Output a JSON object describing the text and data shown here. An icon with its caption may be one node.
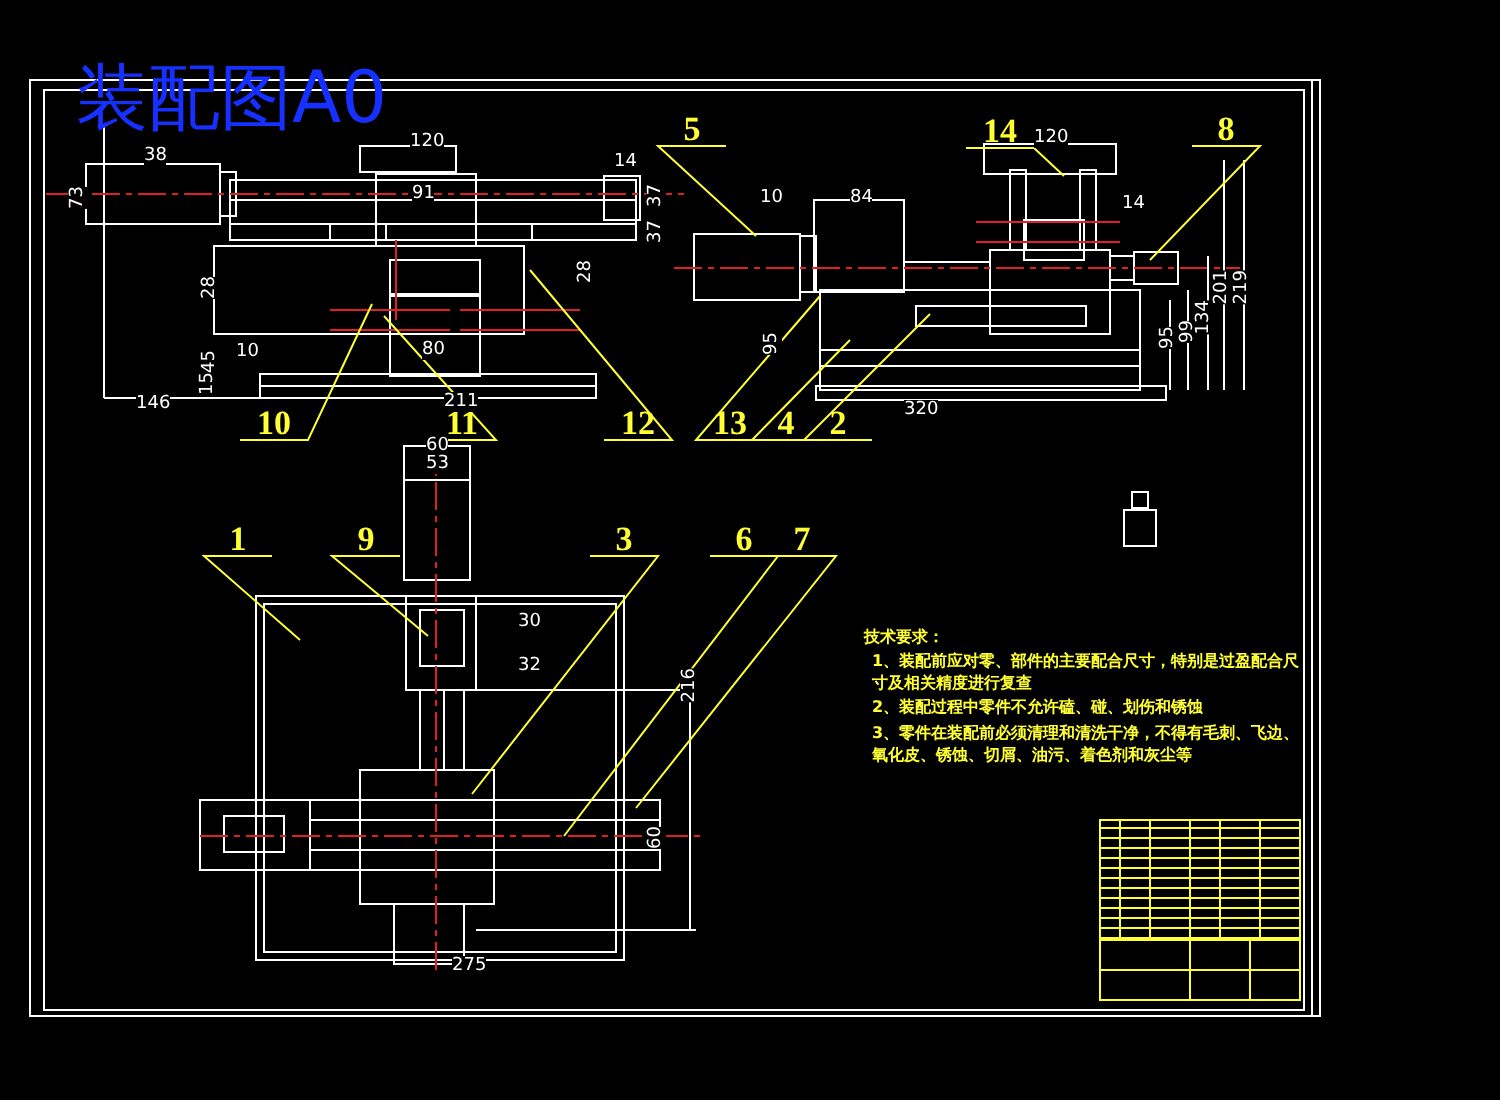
{
  "diagram": {
    "title": "装配图A0",
    "nodes": [
      {
        "text": [
          "5"
        ]
      },
      {
        "text": [
          "14"
        ]
      },
      {
        "text": [
          "8"
        ]
      },
      {
        "text": [
          "10"
        ]
      },
      {
        "text": [
          "11"
        ]
      },
      {
        "text": [
          "12"
        ]
      },
      {
        "text": [
          "13"
        ]
      },
      {
        "text": [
          "4"
        ]
      },
      {
        "text": [
          "2"
        ]
      },
      {
        "text": [
          "1"
        ]
      },
      {
        "text": [
          "9"
        ]
      },
      {
        "text": [
          "3"
        ]
      },
      {
        "text": [
          "6"
        ]
      },
      {
        "text": [
          "7"
        ]
      }
    ],
    "edges": [
      {
        "from": 0,
        "to": null,
        "arrow": "none"
      },
      {
        "from": 1,
        "to": null,
        "arrow": "none"
      },
      {
        "from": 2,
        "to": null,
        "arrow": "none"
      },
      {
        "from": 3,
        "to": null,
        "arrow": "none"
      },
      {
        "from": 4,
        "to": null,
        "arrow": "none"
      },
      {
        "from": 5,
        "to": null,
        "arrow": "none"
      },
      {
        "from": 6,
        "to": null,
        "arrow": "none"
      },
      {
        "from": 7,
        "to": null,
        "arrow": "none"
      },
      {
        "from": 8,
        "to": null,
        "arrow": "none"
      },
      {
        "from": 9,
        "to": null,
        "arrow": "none"
      },
      {
        "from": 10,
        "to": null,
        "arrow": "none"
      },
      {
        "from": 11,
        "to": null,
        "arrow": "none"
      },
      {
        "from": 12,
        "to": null,
        "arrow": "none"
      },
      {
        "from": 13,
        "to": null,
        "arrow": "none"
      }
    ],
    "labels": [
      "38",
      "120",
      "14",
      "73",
      "91",
      "37",
      "37",
      "28",
      "28",
      "10",
      "45",
      "15",
      "146",
      "80",
      "211",
      "10",
      "84",
      "120",
      "14",
      "95",
      "95",
      "99",
      "134",
      "201",
      "219",
      "320",
      "60",
      "53",
      "30",
      "32",
      "216",
      "60",
      "275",
      "技术要求：",
      "1、装配前应对零、部件的主要配合尺寸，特别是过盈配合尺寸及相关精度进行复查",
      "2、装配过程中零件不允许磕、碰、划伤和锈蚀",
      "3、零件在装配前必须清理和清洗干净，不得有毛刺、飞边、氧化皮、锈蚀、切屑、油污、着色剂和灰尘等"
    ]
  }
}
